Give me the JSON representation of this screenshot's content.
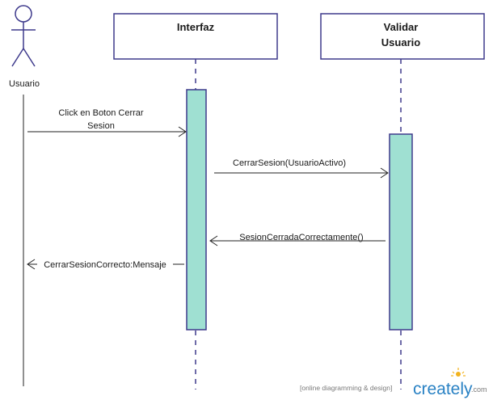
{
  "diagram": {
    "type": "UML sequence diagram",
    "actor": {
      "label": "Usuario"
    },
    "lifelines": [
      {
        "label": "Interfaz"
      },
      {
        "label_line1": "Validar",
        "label_line2": "Usuario"
      }
    ],
    "messages": [
      {
        "label_line1": "Click en Boton Cerrar",
        "label_line2": "Sesion",
        "direction": "to-interfaz"
      },
      {
        "label": "CerrarSesion(UsuarioActivo)",
        "direction": "to-validar"
      },
      {
        "label": "SesionCerradaCorrectamente()",
        "direction": "to-interfaz"
      },
      {
        "label": "CerrarSesionCorrecto:Mensaje",
        "direction": "to-usuario"
      }
    ]
  },
  "watermark": {
    "tagline": "[online diagramming & design]",
    "brand": "creately",
    "domain": ".com"
  },
  "colors": {
    "box_border": "#3e3a8c",
    "activation_fill": "#9fe0d2",
    "lifeline_dash": "#3e3a8c",
    "arrow": "#222222",
    "brand": "#2a82c4"
  }
}
